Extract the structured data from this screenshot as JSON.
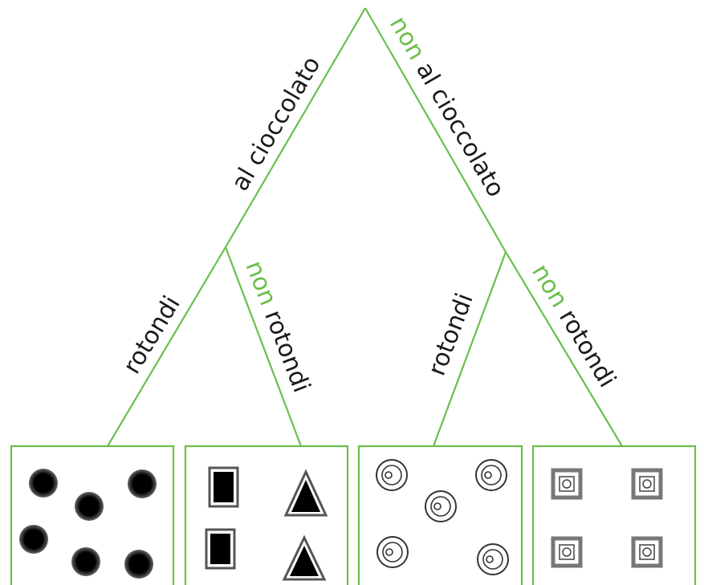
{
  "tree": {
    "root_split": {
      "left_label": "al cioccolato",
      "right_neg": "non",
      "right_label": "al cioccolato"
    },
    "left_split": {
      "left_label": "rotondi",
      "right_neg": "non",
      "right_label": "rotondi"
    },
    "right_split": {
      "left_label": "rotondi",
      "right_neg": "non",
      "right_label": "rotondi"
    }
  },
  "boxes": [
    {
      "name": "chocolate-round",
      "item": "dark-round-cookie-icon",
      "count": 6
    },
    {
      "name": "chocolate-not-round",
      "item": "dark-rect-and-triangle-cookie-icon",
      "count": 4
    },
    {
      "name": "not-chocolate-round",
      "item": "light-round-cookie-icon",
      "count": 5
    },
    {
      "name": "not-chocolate-not-round",
      "item": "light-square-cookie-icon",
      "count": 4
    }
  ],
  "colors": {
    "line": "#6abf4b",
    "negation_text": "#6abf4b",
    "text": "#1a1a1a"
  }
}
